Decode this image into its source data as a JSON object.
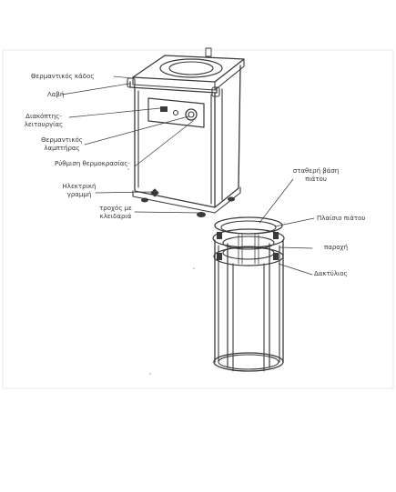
{
  "labels": {
    "heating_chamber": "Θερμαντικός κάδος",
    "handle": "Λαβή",
    "switch_line1": "Διακόπτης-",
    "switch_line2": "λειτουργίας",
    "lamp_line1": "Θερμαντικός",
    "lamp_line2": "λαμπτήρας",
    "thermostat": "Ρύθμιση θερμοκρασίας-",
    "power_line1": "Ηλεκτρική",
    "power_line2": "γραμμή",
    "wheel_line1": "τροχός με",
    "wheel_line2": "κλειδαριά",
    "base_line1": "σταθερή βάση",
    "base_line2": "πιάτου",
    "frame": "Πλαίσιο πιάτου",
    "spring": "παροχή",
    "ring": "Δακτύλιος"
  }
}
